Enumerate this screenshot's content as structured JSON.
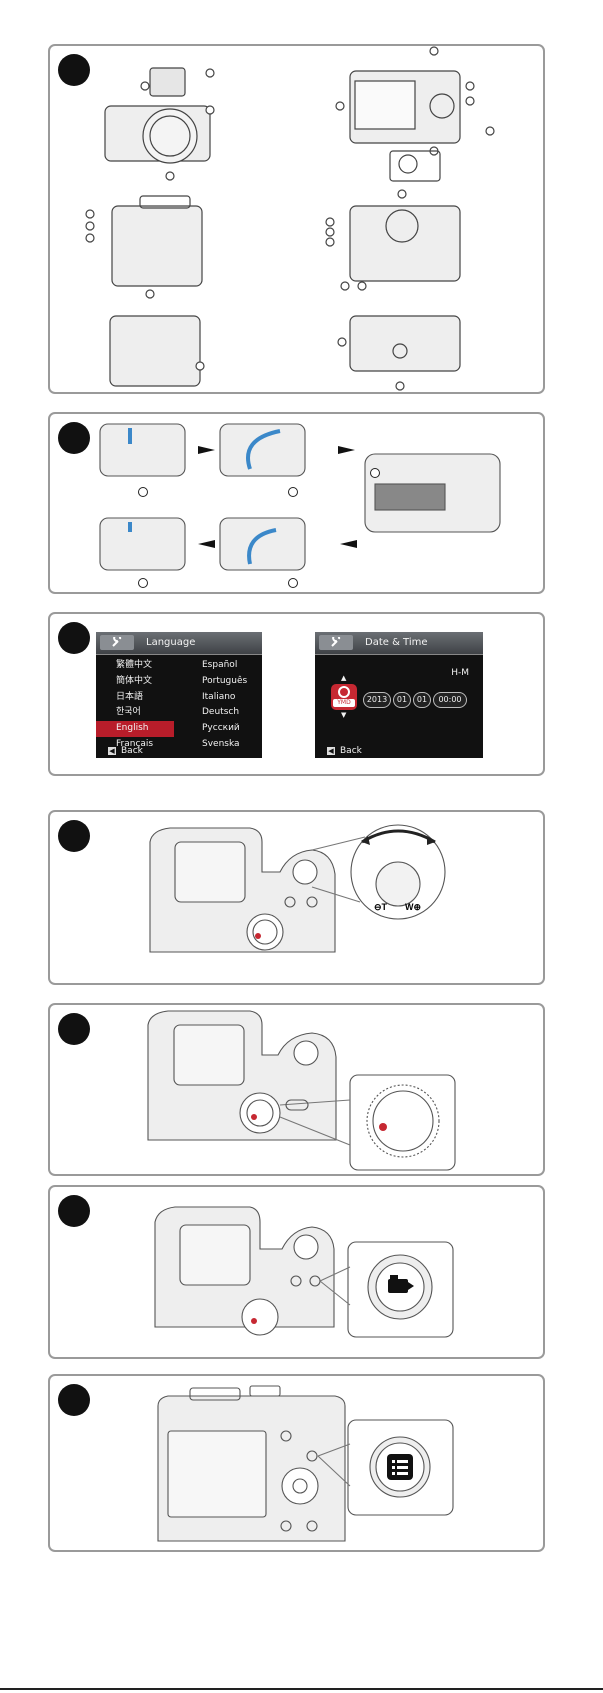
{
  "language_screen": {
    "title": "Language",
    "languages_left": [
      "繁體中文",
      "簡体中文",
      "日本語",
      "한국어",
      "English",
      "Français"
    ],
    "languages_right": [
      "Español",
      "Português",
      "Italiano",
      "Deutsch",
      "Русский",
      "Svenska"
    ],
    "selected": "English",
    "back_label": "Back"
  },
  "datetime_screen": {
    "title": "Date & Time",
    "format": "H-M",
    "year": "2013",
    "month": "01",
    "day": "01",
    "time": "00:00",
    "badge_text": "YMD",
    "back_label": "Back"
  },
  "zoom_labels": {
    "wide": "T",
    "tele": "W"
  },
  "colors": {
    "border": "#9a9a9a",
    "badge": "#111111",
    "selection": "#b81d2a",
    "screen_bg": "#111111"
  },
  "icons": [
    "wrench-icon",
    "video-camera-icon",
    "menu-list-icon",
    "back-arrow-icon",
    "ymd-clock-icon"
  ]
}
